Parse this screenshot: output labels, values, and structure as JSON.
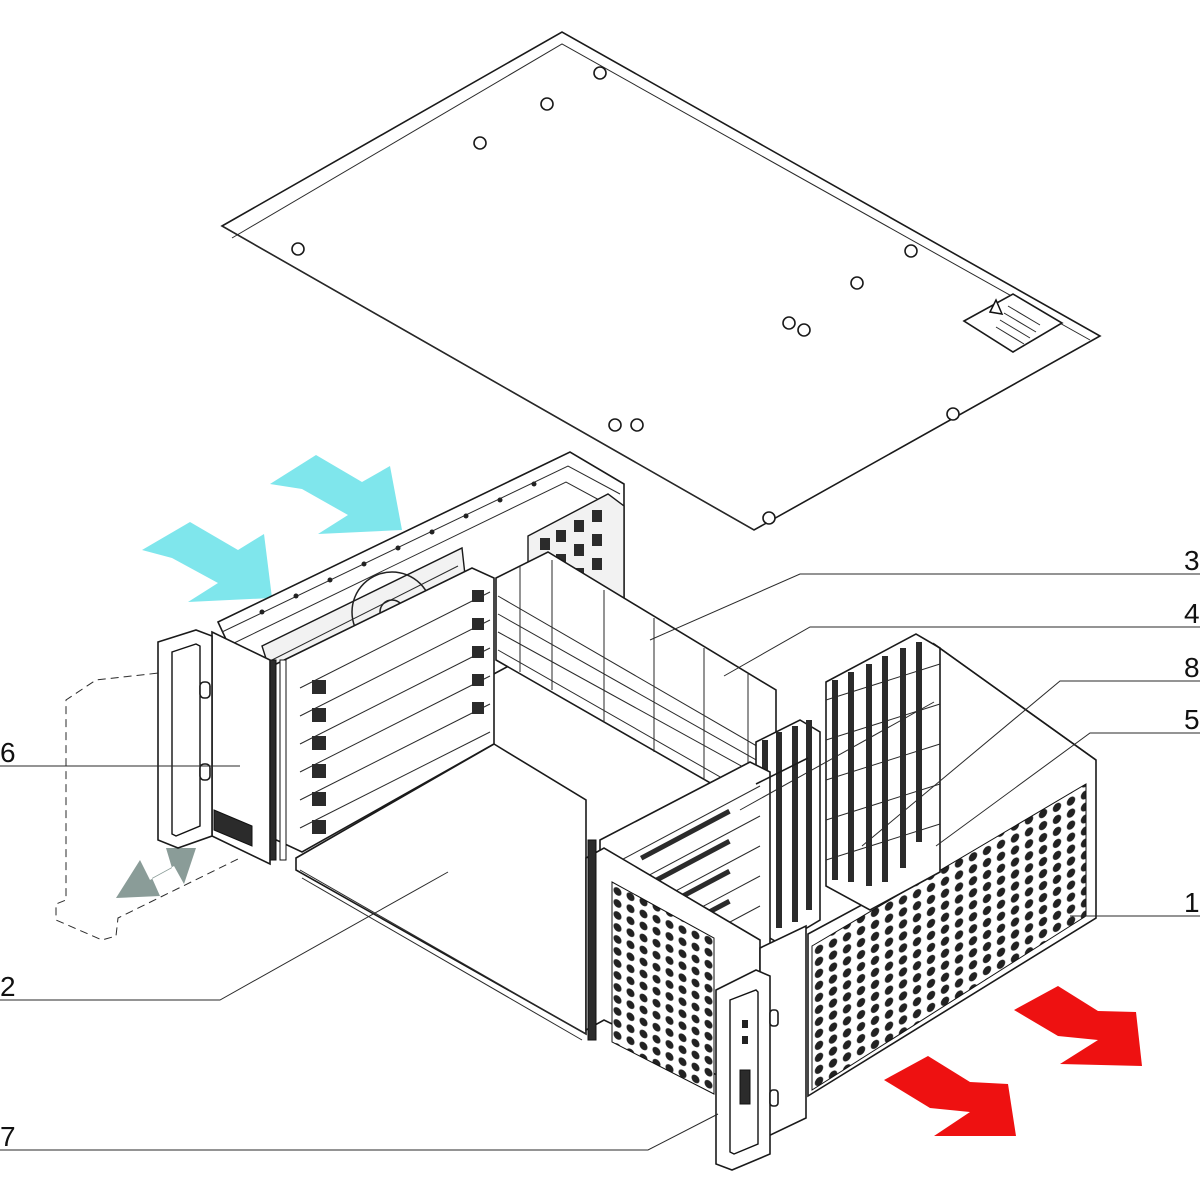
{
  "callouts": [
    {
      "id": "1",
      "label": "1"
    },
    {
      "id": "2",
      "label": "2"
    },
    {
      "id": "3",
      "label": "3"
    },
    {
      "id": "4",
      "label": "4"
    },
    {
      "id": "5",
      "label": "5"
    },
    {
      "id": "6",
      "label": "6"
    },
    {
      "id": "7",
      "label": "7"
    },
    {
      "id": "8",
      "label": "8"
    }
  ],
  "arrows": {
    "intake_color": "#7fe6ec",
    "exhaust_color": "#ee1111",
    "insert_color": "#8a9c98"
  },
  "icons": [
    "warning-label-icon"
  ]
}
